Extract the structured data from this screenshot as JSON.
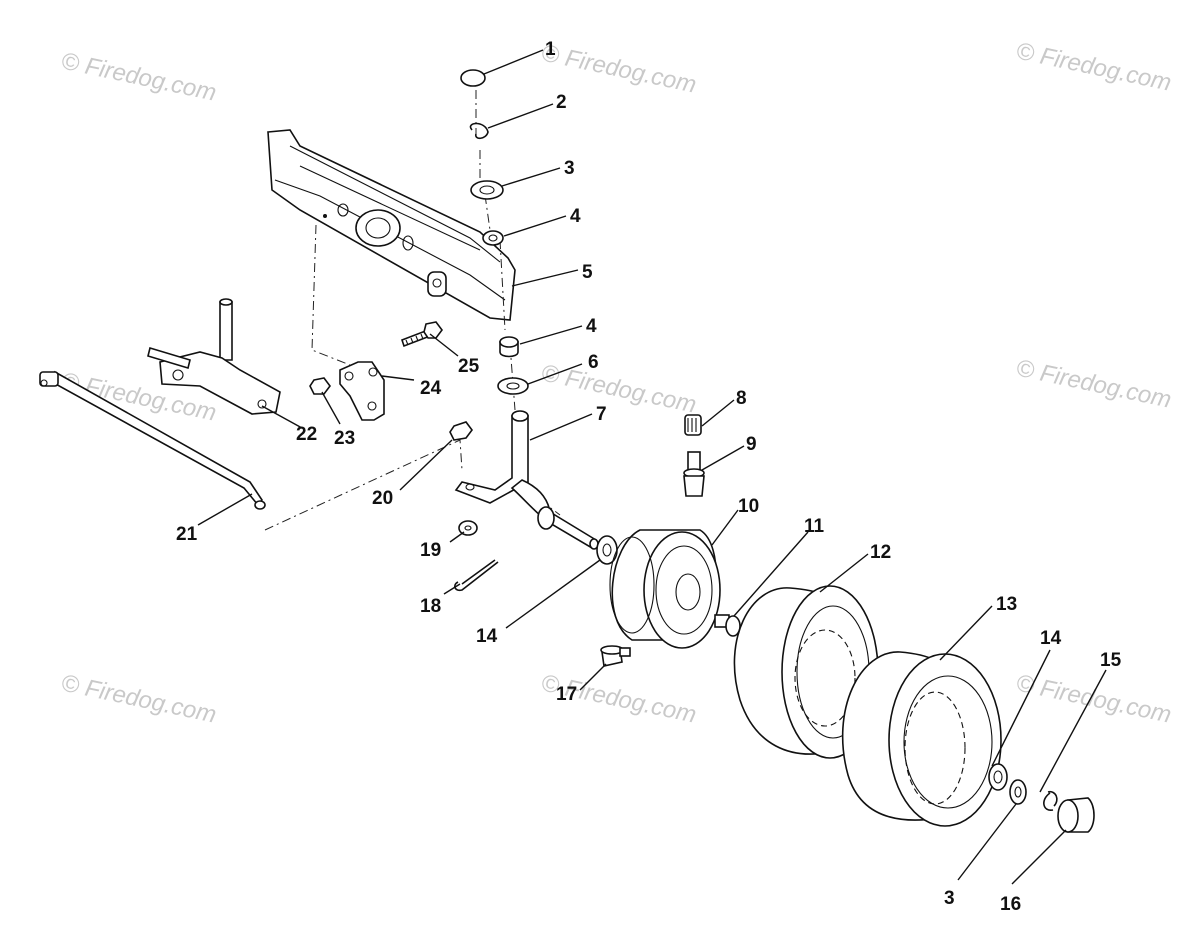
{
  "watermark": "© Firedog.com",
  "callouts": {
    "c1": "1",
    "c2": "2",
    "c3a": "3",
    "c4a": "4",
    "c5": "5",
    "c4b": "4",
    "c6": "6",
    "c7": "7",
    "c8": "8",
    "c9": "9",
    "c10": "10",
    "c11": "11",
    "c12": "12",
    "c13": "13",
    "c14a": "14",
    "c14b": "14",
    "c15": "15",
    "c3b": "3",
    "c16": "16",
    "c17": "17",
    "c18": "18",
    "c19": "19",
    "c20": "20",
    "c21": "21",
    "c22": "22",
    "c23": "23",
    "c24": "24",
    "c25": "25"
  }
}
